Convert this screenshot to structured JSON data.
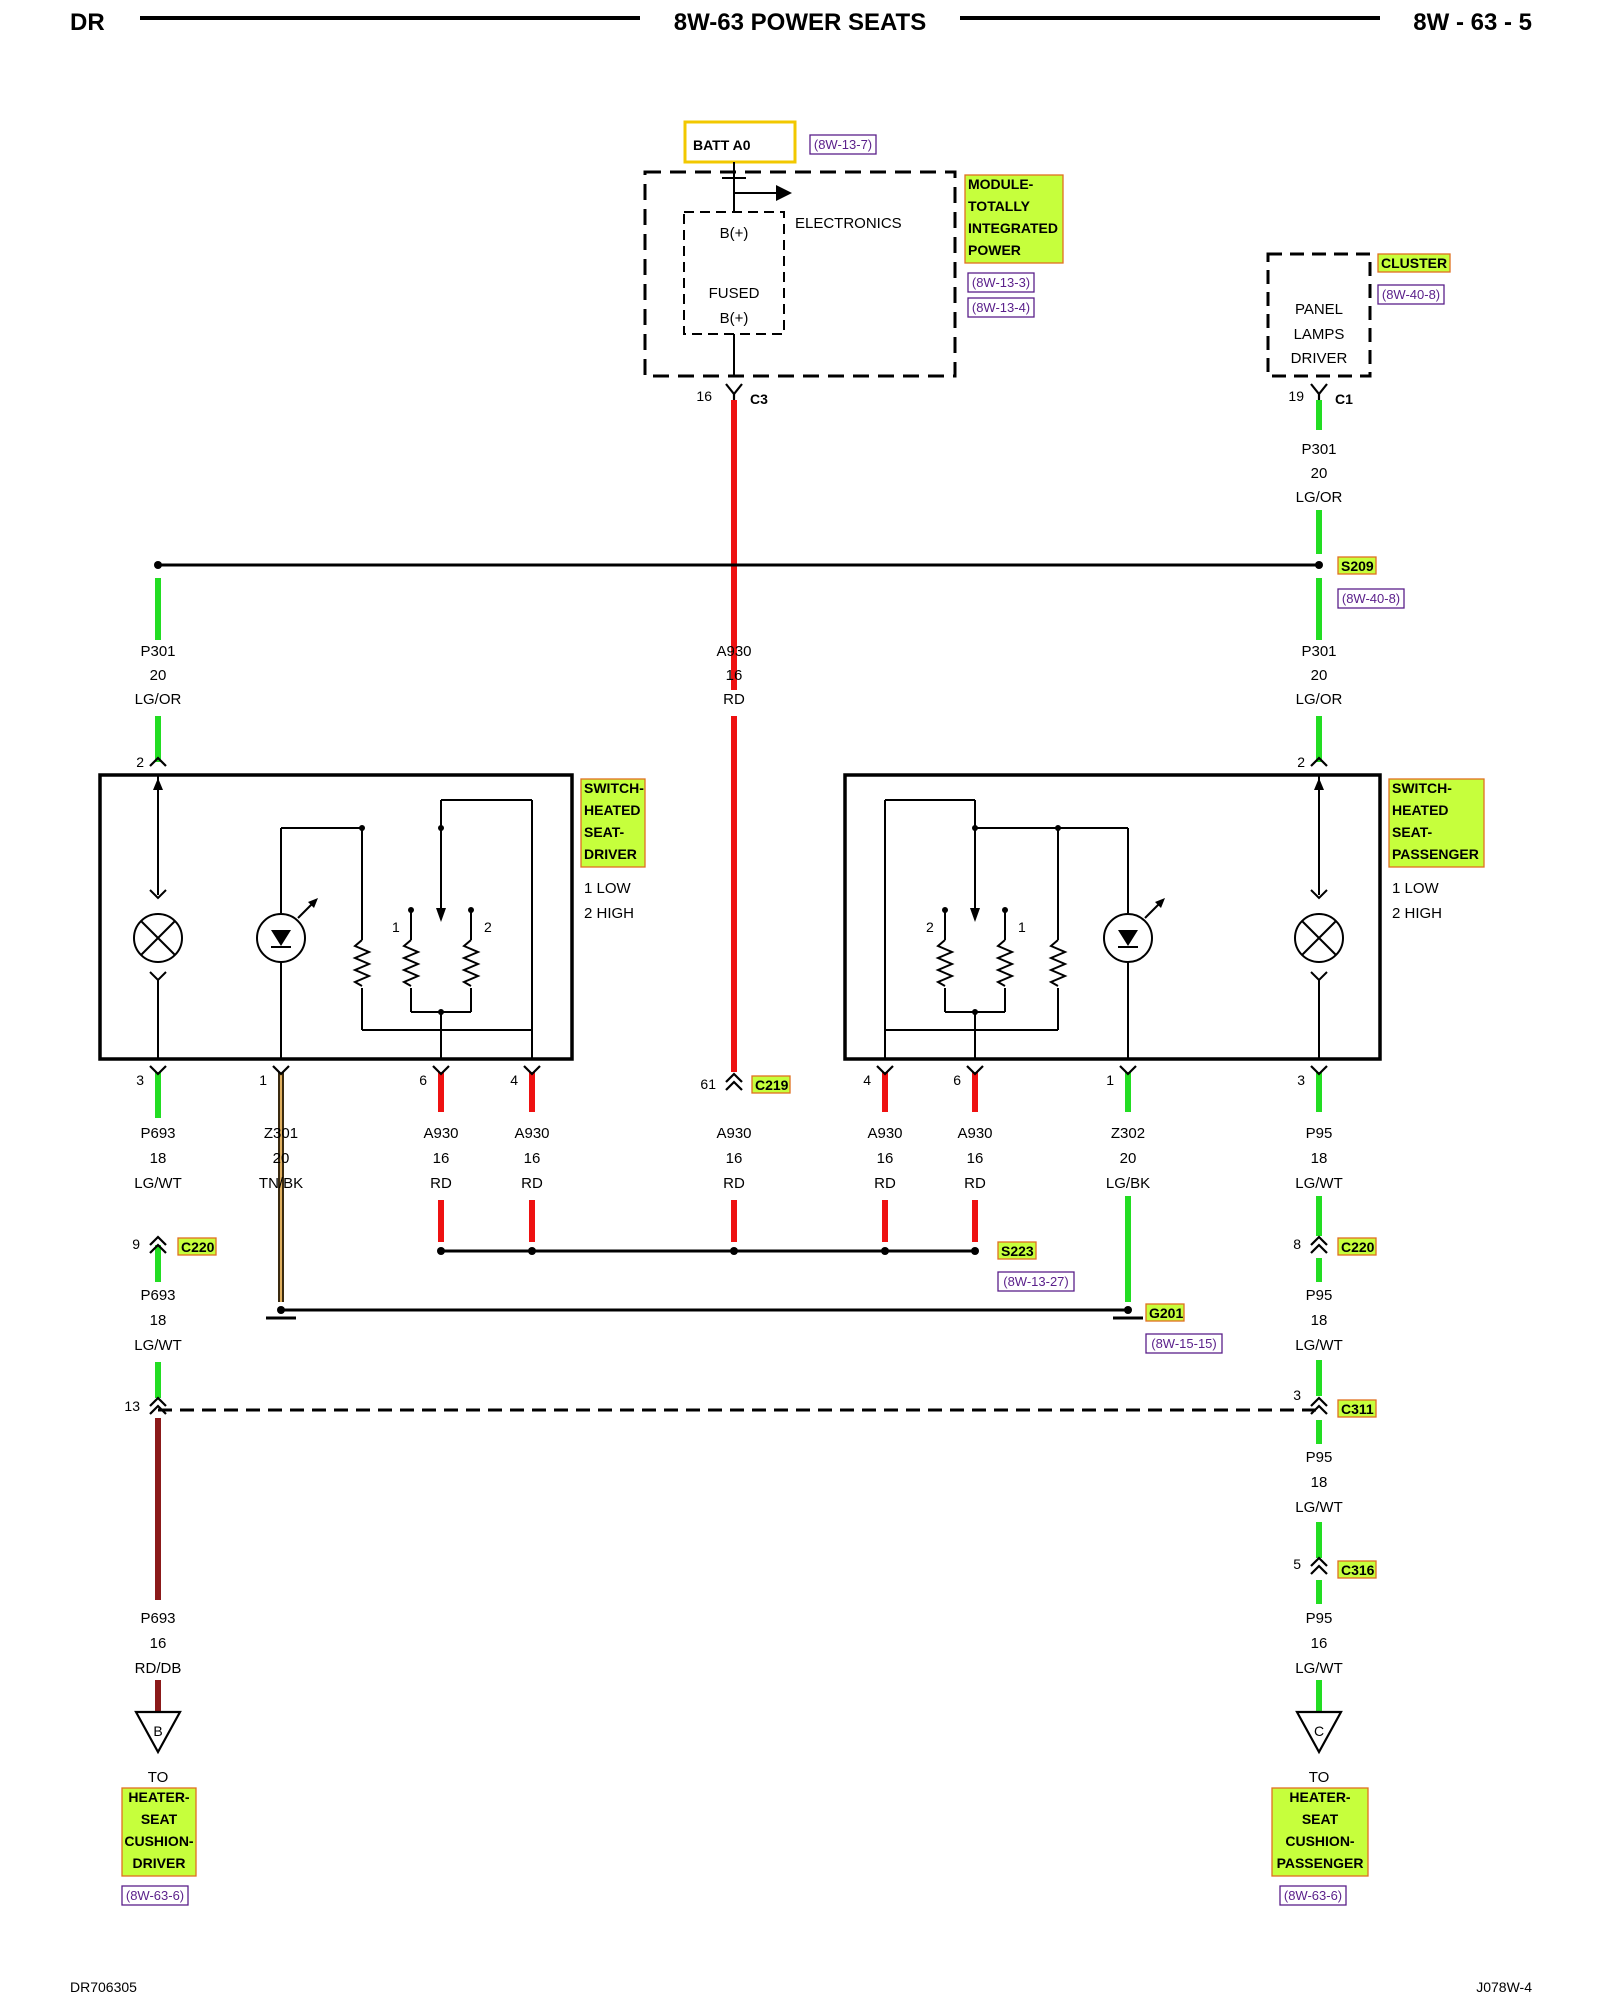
{
  "header": {
    "left": "DR",
    "title": "8W-63 POWER SEATS",
    "right": "8W - 63 - 5"
  },
  "footer": {
    "left": "DR706305",
    "right": "J078W-4"
  },
  "colors": {
    "lg_or": "#22dd22",
    "rd": "#ee1111",
    "rd_db": "#8b1a1a",
    "tn_bk": "#3a2a10",
    "tn": "#e0b060",
    "label_fill": "#c6ff3c",
    "label_border": "#e07020",
    "ref_border": "#5a1f8a",
    "batt_border": "#f2c800"
  },
  "batt": {
    "label": "BATT A0",
    "ref": "(8W-13-7)"
  },
  "tipm": {
    "name_lines": [
      "MODULE-",
      "TOTALLY",
      "INTEGRATED",
      "POWER"
    ],
    "refs": [
      "(8W-13-3)",
      "(8W-13-4)"
    ],
    "electronics": "ELECTRONICS",
    "b_plus_top": "B(+)",
    "fused": "FUSED",
    "b_plus_bottom": "B(+)",
    "pin": "16",
    "connector": "C3"
  },
  "cluster": {
    "name": "CLUSTER",
    "ref": "(8W-40-8)",
    "inner": [
      "PANEL",
      "LAMPS",
      "DRIVER"
    ],
    "pin": "19",
    "connector": "C1"
  },
  "wires": {
    "p301_top": {
      "circuit": "P301",
      "gauge": "20",
      "color": "LG/OR"
    },
    "p301_left": {
      "circuit": "P301",
      "gauge": "20",
      "color": "LG/OR"
    },
    "p301_right": {
      "circuit": "P301",
      "gauge": "20",
      "color": "LG/OR"
    },
    "a930_center": {
      "circuit": "A930",
      "gauge": "16",
      "color": "RD"
    },
    "p693_a": {
      "circuit": "P693",
      "gauge": "18",
      "color": "LG/WT"
    },
    "z301": {
      "circuit": "Z301",
      "gauge": "20",
      "color": "TN/BK"
    },
    "a930_l6": {
      "circuit": "A930",
      "gauge": "16",
      "color": "RD"
    },
    "a930_l4": {
      "circuit": "A930",
      "gauge": "16",
      "color": "RD"
    },
    "a930_c219": {
      "circuit": "A930",
      "gauge": "16",
      "color": "RD"
    },
    "a930_r4": {
      "circuit": "A930",
      "gauge": "16",
      "color": "RD"
    },
    "a930_r6": {
      "circuit": "A930",
      "gauge": "16",
      "color": "RD"
    },
    "z302": {
      "circuit": "Z302",
      "gauge": "20",
      "color": "LG/BK"
    },
    "p95_a": {
      "circuit": "P95",
      "gauge": "18",
      "color": "LG/WT"
    },
    "p693_b": {
      "circuit": "P693",
      "gauge": "18",
      "color": "LG/WT"
    },
    "p95_b": {
      "circuit": "P95",
      "gauge": "18",
      "color": "LG/WT"
    },
    "p95_c": {
      "circuit": "P95",
      "gauge": "18",
      "color": "LG/WT"
    },
    "p693_c": {
      "circuit": "P693",
      "gauge": "16",
      "color": "RD/DB"
    },
    "p95_d": {
      "circuit": "P95",
      "gauge": "16",
      "color": "LG/WT"
    }
  },
  "splices": {
    "s209": {
      "name": "S209",
      "ref": "(8W-40-8)"
    },
    "s223": {
      "name": "S223",
      "ref": "(8W-13-27)"
    },
    "g201": {
      "name": "G201",
      "ref": "(8W-15-15)"
    }
  },
  "connectors": {
    "c219": {
      "name": "C219",
      "pin": "61"
    },
    "c220_left": {
      "name": "C220",
      "pin": "9"
    },
    "c220_right": {
      "name": "C220",
      "pin": "8"
    },
    "c311_left_pin": "13",
    "c311": {
      "name": "C311",
      "pin": "3"
    },
    "c316": {
      "name": "C316",
      "pin": "5"
    }
  },
  "switch_driver": {
    "name_lines": [
      "SWITCH-",
      "HEATED",
      "SEAT-",
      "DRIVER"
    ],
    "legend": [
      "1 LOW",
      "2 HIGH"
    ],
    "pins": {
      "top": "2",
      "p3": "3",
      "p1": "1",
      "p6": "6",
      "p4": "4"
    },
    "contacts": [
      "1",
      "2"
    ]
  },
  "switch_passenger": {
    "name_lines": [
      "SWITCH-",
      "HEATED",
      "SEAT-",
      "PASSENGER"
    ],
    "legend": [
      "1 LOW",
      "2 HIGH"
    ],
    "pins": {
      "top": "2",
      "p4": "4",
      "p6": "6",
      "p1": "1",
      "p3": "3"
    },
    "contacts": [
      "2",
      "1"
    ]
  },
  "destinations": {
    "left": {
      "letter": "B",
      "to": "TO",
      "name_lines": [
        "HEATER-",
        "SEAT",
        "CUSHION-",
        "DRIVER"
      ],
      "ref": "(8W-63-6)"
    },
    "right": {
      "letter": "C",
      "to": "TO",
      "name_lines": [
        "HEATER-",
        "SEAT",
        "CUSHION-",
        "PASSENGER"
      ],
      "ref": "(8W-63-6)"
    }
  }
}
